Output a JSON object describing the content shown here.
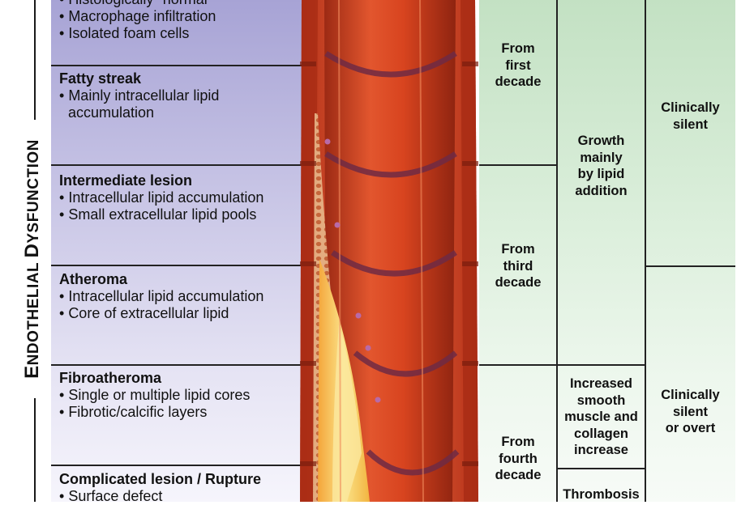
{
  "side_label": {
    "cap1": "E",
    "rest1": "NDOTHELIAL ",
    "cap2": "D",
    "rest2": "YSFUNCTION"
  },
  "stages": [
    {
      "title": "",
      "bullets": [
        "Histologically \"normal\"",
        "Macrophage infiltration",
        "Isolated foam cells"
      ]
    },
    {
      "title": "Fatty streak",
      "bullets": [
        "Mainly intracellular lipid accumulation"
      ]
    },
    {
      "title": "Intermediate lesion",
      "bullets": [
        "Intracellular lipid accumulation",
        "Small extracellular lipid pools"
      ]
    },
    {
      "title": "Atheroma",
      "bullets": [
        "Intracellular lipid accumulation",
        "Core of extracellular lipid"
      ]
    },
    {
      "title": "Fibroatheroma",
      "bullets": [
        "Single or multiple lipid cores",
        "Fibrotic/calcific layers"
      ]
    },
    {
      "title": "Complicated lesion / Rupture",
      "bullets": [
        "Surface defect"
      ]
    }
  ],
  "onset": [
    {
      "lines": [
        "From",
        "first",
        "decade"
      ]
    },
    {
      "lines": [
        "From",
        "third",
        "decade"
      ]
    },
    {
      "lines": [
        "From",
        "fourth",
        "decade"
      ]
    }
  ],
  "growth": [
    {
      "lines": [
        "Growth",
        "mainly",
        "by lipid",
        "addition"
      ]
    },
    {
      "lines": [
        "Increased",
        "smooth",
        "muscle and",
        "collagen",
        "increase"
      ]
    },
    {
      "lines": [
        "Thrombosis"
      ]
    }
  ],
  "clinical": [
    {
      "lines": [
        "Clinically",
        "silent"
      ]
    },
    {
      "lines": [
        "Clinically",
        "silent",
        "or overt"
      ]
    }
  ],
  "colors": {
    "stage_gradient_top": "#a8a4d6",
    "stage_gradient_bottom": "#f3f2fb",
    "green_dark": "#c5e2c5",
    "green_light": "#eef7ee",
    "vessel_red": "#d3401f",
    "plaque_yellow": "#f2c434"
  }
}
